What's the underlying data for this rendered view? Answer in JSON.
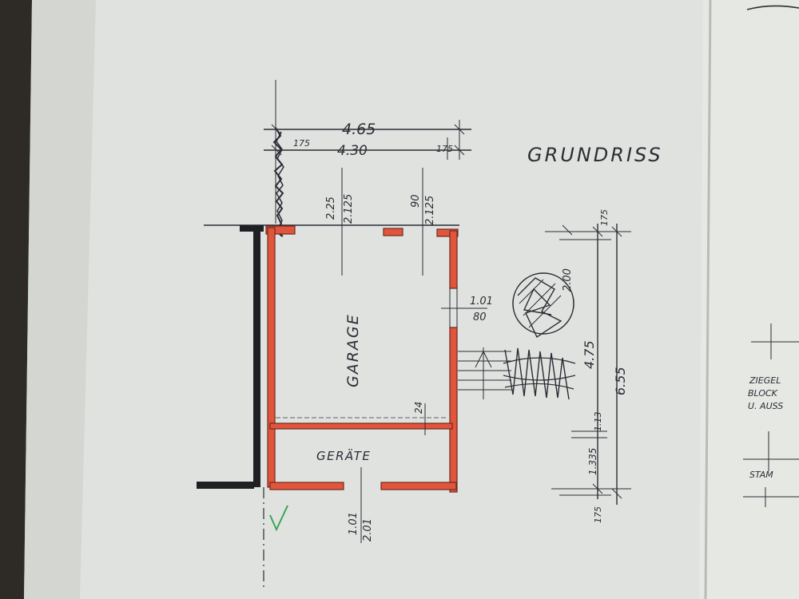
{
  "title": "GRUNDRISS",
  "rooms": {
    "garage": "GARAGE",
    "storage": "GERÄTE"
  },
  "dimensions": {
    "top_total": "4.65",
    "top_inner": "4.30",
    "top_left_wall": "175",
    "top_right_wall": "175",
    "opening_a_height": "2.25",
    "opening_a_width": "2.125",
    "opening_b_height": "90",
    "opening_b_width": "2.125",
    "window_right_a": "1.01",
    "window_right_b": "80",
    "interior_wall": "24",
    "door_bottom_a": "1.01",
    "door_bottom_b": "2.01",
    "right_segment_top": "175",
    "right_segment_mid": "2.00",
    "right_inner_length": "4.75",
    "right_total_length": "6.55",
    "right_segment_small": "1.13",
    "right_segment_lower": "1.335",
    "right_segment_bottom": "175"
  },
  "right_page": {
    "line1": "ZIEGEL",
    "line2": "BLOCK",
    "line3": "U. AUSS",
    "line4": "STAM"
  },
  "colors": {
    "paper": "#dde0dc",
    "wall": "#e0553c",
    "ink": "#2b2d35",
    "check": "#3aa55a"
  },
  "icons": [
    "tree-symbol-icon",
    "shrub-symbol-icon",
    "checkmark-icon"
  ]
}
